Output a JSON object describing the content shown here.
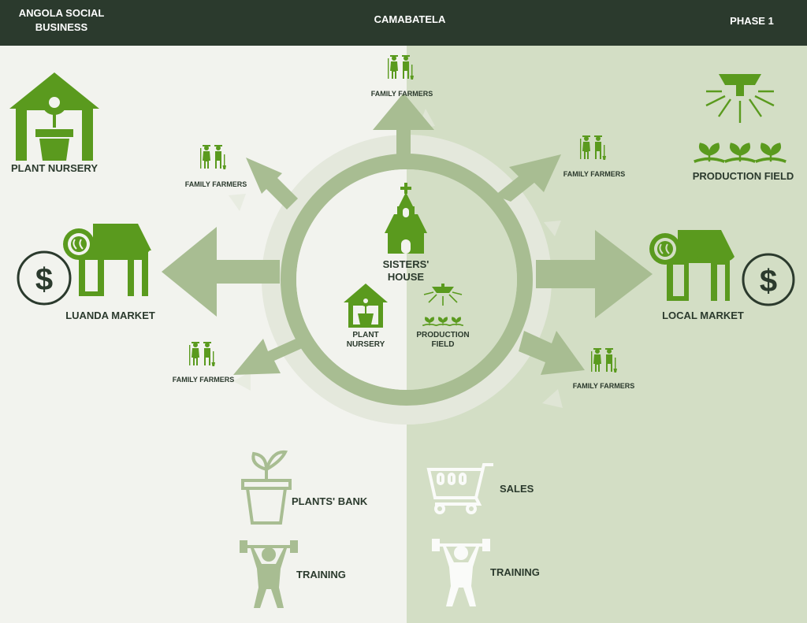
{
  "header": {
    "left": "ANGOLA SOCIAL BUSINESS",
    "center": "CAMABATELA",
    "right": "PHASE 1"
  },
  "nodes": {
    "plant_nursery": "PLANT NURSERY",
    "production_field": "PRODUCTION FIELD",
    "luanda_market": "LUANDA MARKET",
    "local_market": "LOCAL MARKET",
    "sisters_house": "SISTERS' HOUSE",
    "center_nursery": "PLANT NURSERY",
    "center_field": "PRODUCTION FIELD",
    "family_farmers": "FAMILY FARMERS"
  },
  "bottom": {
    "plants_bank": "PLANTS' BANK",
    "training_left": "TRAINING",
    "sales": "SALES",
    "training_right": "TRAINING"
  },
  "colors": {
    "header_bg": "#2b3a2d",
    "left_bg": "#f2f3ee",
    "right_bg": "#d3dec5",
    "bright_green": "#5a9a1e",
    "muted_green": "#9db585",
    "dark_text": "#2b3a2d"
  }
}
